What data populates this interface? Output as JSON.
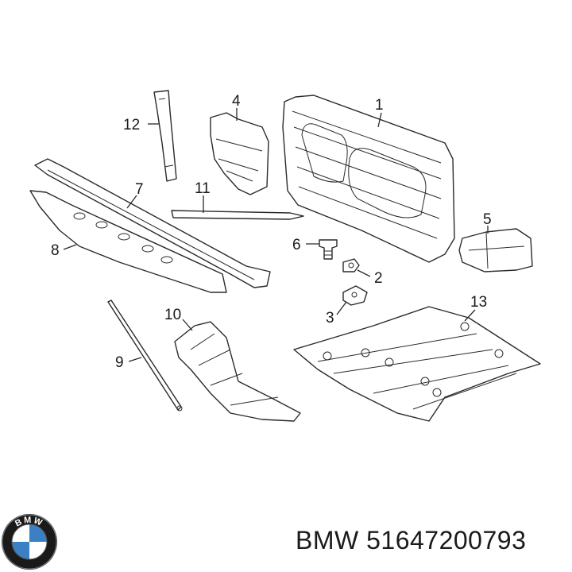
{
  "callouts": {
    "c1": "1",
    "c2": "2",
    "c3": "3",
    "c4": "4",
    "c5": "5",
    "c6": "6",
    "c7": "7",
    "c8": "8",
    "c9": "9",
    "c10": "10",
    "c11": "11",
    "c12": "12",
    "c13": "13"
  },
  "logo": {
    "text": "BMW",
    "icon": "bmw-roundel-icon"
  },
  "caption": "BMW 51647200793",
  "colors": {
    "line": "#2a2a2a",
    "logo_blue": "#3b7fc4",
    "logo_ring": "#1a1a1a"
  }
}
